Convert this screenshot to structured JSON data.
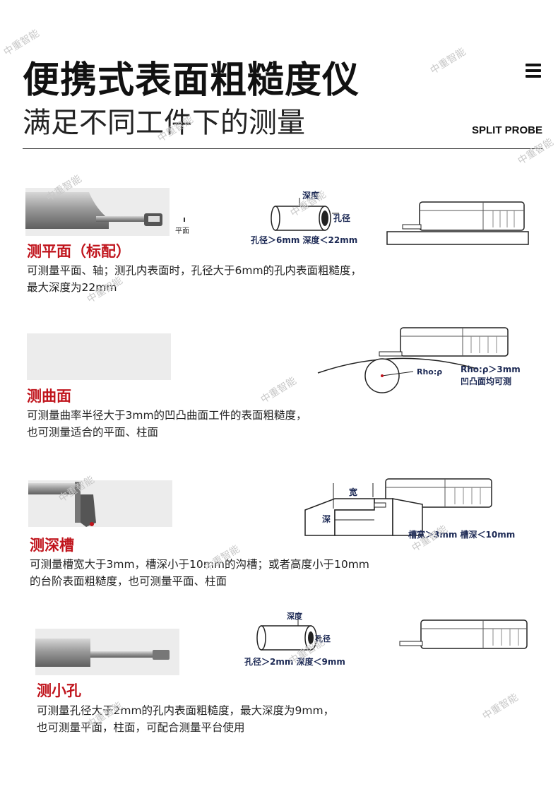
{
  "header": {
    "title": "便携式表面粗糙度仪",
    "subtitle": "满足不同工件下的测量",
    "brand": "SPLIT PROBE",
    "menu_icon": "menu-icon"
  },
  "watermark": "中重智能",
  "sections": [
    {
      "title": "测平面（标配）",
      "desc_lines": [
        "可测量平面、轴；测孔内表面时，孔径大于6mm的孔内表面粗糙度，",
        "最大深度为22mm"
      ],
      "photo_label": "平面",
      "diagram": {
        "depth_label": "深度",
        "bore_label": "孔径",
        "spec": "孔径＞6mm 深度＜22mm"
      }
    },
    {
      "title": "测曲面",
      "desc_lines": [
        "可测量曲率半径大于3mm的凹凸曲面工件的表面粗糙度，",
        "也可测量适合的平面、柱面"
      ],
      "diagram": {
        "rho_label": "Rho:ρ",
        "spec_line1": "Rho:ρ＞3mm",
        "spec_line2": "凹凸面均可测"
      }
    },
    {
      "title": "测深槽",
      "desc_lines": [
        "可测量槽宽大于3mm，槽深小于10mm的沟槽；或者高度小于10mm",
        "的台阶表面粗糙度，也可测量平面、柱面"
      ],
      "diagram": {
        "width_label": "宽",
        "depth_label": "深",
        "spec": "槽宽＞3mm 槽深＜10mm"
      }
    },
    {
      "title": "测小孔",
      "desc_lines": [
        "可测量孔径大于2mm的孔内表面粗糙度，最大深度为9mm，",
        "也可测量平面，柱面，可配合测量平台使用"
      ],
      "diagram": {
        "depth_label": "深度",
        "bore_label": "孔径",
        "spec": "孔径＞2mm 深度＜9mm"
      }
    }
  ]
}
